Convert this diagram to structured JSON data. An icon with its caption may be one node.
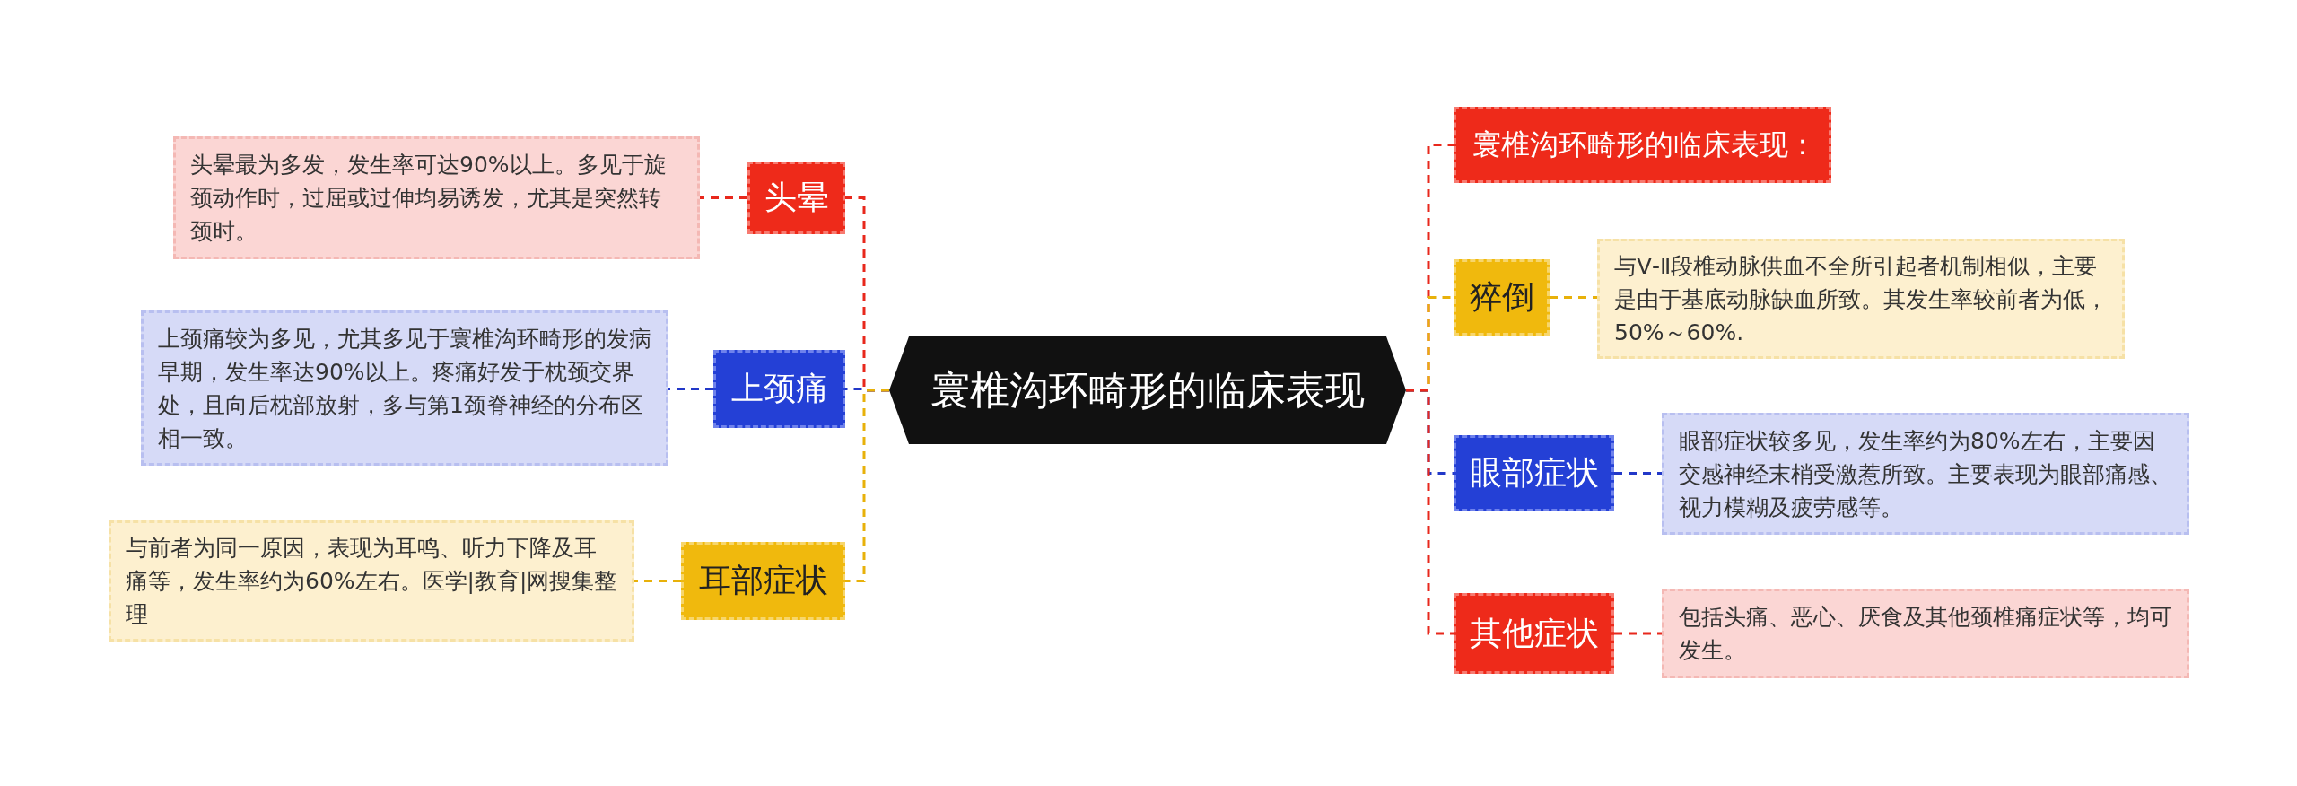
{
  "diagram": {
    "nodes": [
      {
        "text": [
          "寰椎沟环畸形的临床表现"
        ]
      },
      {
        "text": [
          "头晕"
        ]
      },
      {
        "text": [
          "头晕最为多发，发生率可达90%以上。多见于旋颈动作时，过屈或过伸均易诱发，尤其是突然转颈时。"
        ]
      },
      {
        "text": [
          "上颈痛"
        ]
      },
      {
        "text": [
          "上颈痛较为多见，尤其多见于寰椎沟环畸形的发病早期，发生率达90%以上。疼痛好发于枕颈交界处，且向后枕部放射，多与第1颈脊神经的分布区相一致。"
        ]
      },
      {
        "text": [
          "耳部症状"
        ]
      },
      {
        "text": [
          "与前者为同一原因，表现为耳鸣、听力下降及耳痛等，发生率约为60%左右。医学|教育|网搜集整理"
        ]
      },
      {
        "text": [
          "寰椎沟环畸形的临床表现："
        ]
      },
      {
        "text": [
          "猝倒"
        ]
      },
      {
        "text": [
          "与Ⅴ-Ⅱ段椎动脉供血不全所引起者机制相似，主要是由于基底动脉缺血所致。其发生率较前者为低，50%～60%."
        ]
      },
      {
        "text": [
          "眼部症状"
        ]
      },
      {
        "text": [
          "眼部症状较多见，发生率约为80%左右，主要因交感神经末梢受激惹所致。主要表现为眼部痛感、视力模糊及疲劳感等。"
        ]
      },
      {
        "text": [
          "其他症状"
        ]
      },
      {
        "text": [
          "包括头痛、恶心、厌食及其他颈椎痛症状等，均可发生。"
        ]
      }
    ],
    "edges": [
      {
        "from": 0,
        "to": 1,
        "arrow": "none",
        "color": "#e8281c"
      },
      {
        "from": 1,
        "to": 2,
        "arrow": "none",
        "color": "#e8281c"
      },
      {
        "from": 0,
        "to": 3,
        "arrow": "none",
        "color": "#2238c8"
      },
      {
        "from": 3,
        "to": 4,
        "arrow": "none",
        "color": "#2238c8"
      },
      {
        "from": 0,
        "to": 5,
        "arrow": "none",
        "color": "#e8b10a"
      },
      {
        "from": 5,
        "to": 6,
        "arrow": "none",
        "color": "#e8b10a"
      },
      {
        "from": 0,
        "to": 7,
        "arrow": "none",
        "color": "#e8281c"
      },
      {
        "from": 0,
        "to": 8,
        "arrow": "none",
        "color": "#e8b10a"
      },
      {
        "from": 8,
        "to": 9,
        "arrow": "none",
        "color": "#e8b10a"
      },
      {
        "from": 0,
        "to": 10,
        "arrow": "none",
        "color": "#2238c8"
      },
      {
        "from": 10,
        "to": 11,
        "arrow": "none",
        "color": "#2238c8"
      },
      {
        "from": 0,
        "to": 12,
        "arrow": "none",
        "color": "#e8281c"
      },
      {
        "from": 12,
        "to": 13,
        "arrow": "none",
        "color": "#e8281c"
      }
    ]
  }
}
